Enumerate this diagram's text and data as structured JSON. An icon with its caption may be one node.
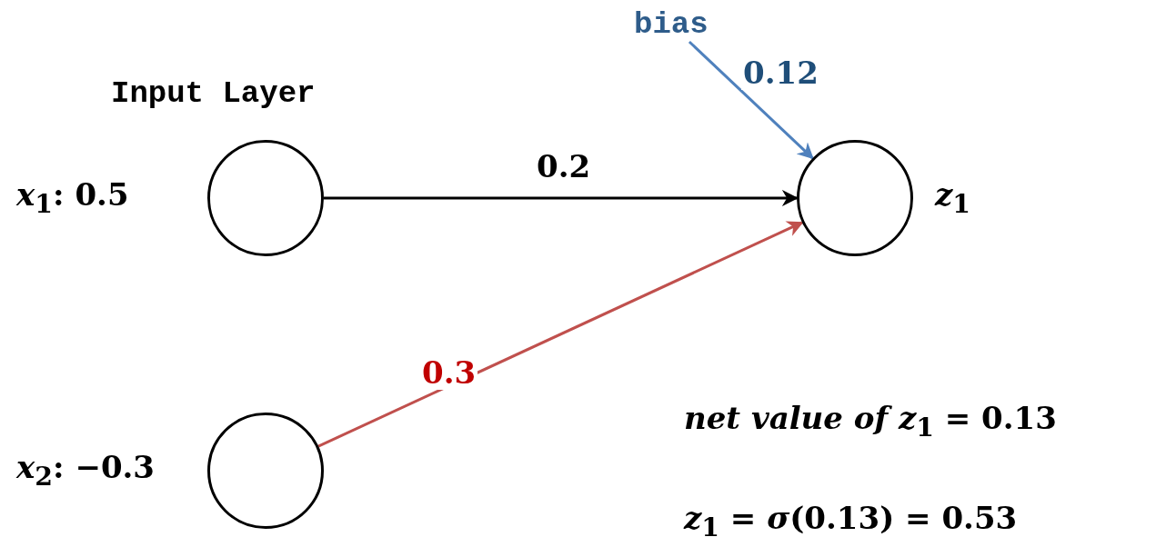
{
  "diagram": {
    "nodes": [
      {
        "text": [
          "bias"
        ]
      },
      {
        "text": [],
        "shape": "circle",
        "beside": [
          "*x*$_{1}$: 0.5"
        ]
      },
      {
        "text": [],
        "shape": "circle",
        "beside": [
          "*z*$_{1}$"
        ]
      },
      {
        "text": [],
        "shape": "circle",
        "beside": [
          "*x*$_{2}$: −0.3"
        ]
      }
    ],
    "edges": [
      {
        "from": 0,
        "to": 2,
        "arrow": "to",
        "label": "0.12",
        "color": "#4f81bd"
      },
      {
        "from": 1,
        "to": 2,
        "arrow": "to",
        "label": "0.2",
        "color": "#000000"
      },
      {
        "from": 3,
        "to": 2,
        "arrow": "to",
        "label": "0.3",
        "color": "#c0504d"
      }
    ],
    "labels": [
      "Input Layer",
      "*net value of z*$_{1}$ = 0.13",
      "*z*$_{1}$ = *σ*(0.13) = 0.53"
    ]
  }
}
